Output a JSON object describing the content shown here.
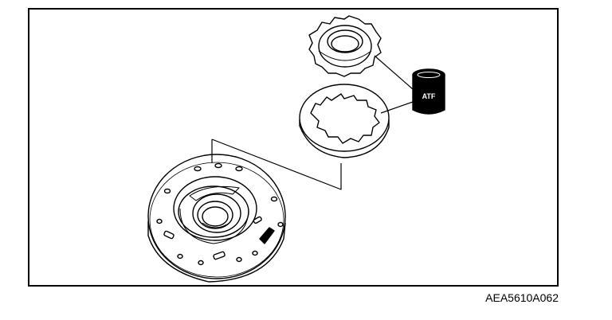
{
  "figure": {
    "caption": "AEA5610A062",
    "fluid_label": "ATF"
  },
  "colors": {
    "line": "#000000",
    "background": "#ffffff"
  },
  "parts": [
    "inner-gear",
    "outer-gear",
    "oil-pump-housing",
    "atf-container"
  ]
}
